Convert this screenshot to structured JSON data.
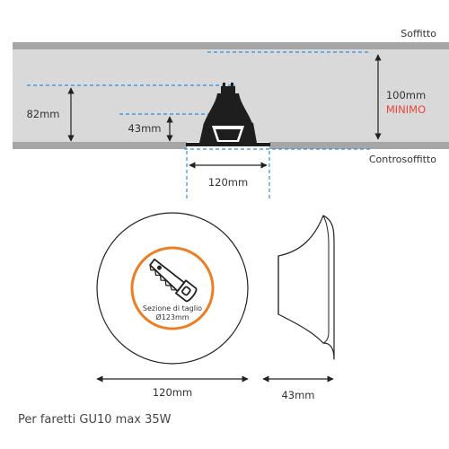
{
  "labels": {
    "soffitto": "Soffitto",
    "controsoffitto": "Controsoffitto",
    "h100": "100mm",
    "minimo": "MINIMO",
    "h82": "82mm",
    "h43": "43mm",
    "w120_top": "120mm",
    "saw_line1": "Sezione di taglio",
    "saw_line2": "Ø123mm",
    "w120_bottom": "120mm",
    "d43_bottom": "43mm",
    "footer": "Per faretti GU10 max 35W"
  },
  "colors": {
    "ceiling_fill": "#d9d9d9",
    "ceiling_band": "#a6a6a6",
    "accent_blue": "#2f8fe0",
    "minimo_red": "#e8473a",
    "saw_orange": "#ef7d22",
    "line_dark": "#222222"
  },
  "icons": {
    "saw": "hand-saw-icon",
    "bulb": "gu10-bulb-icon"
  }
}
